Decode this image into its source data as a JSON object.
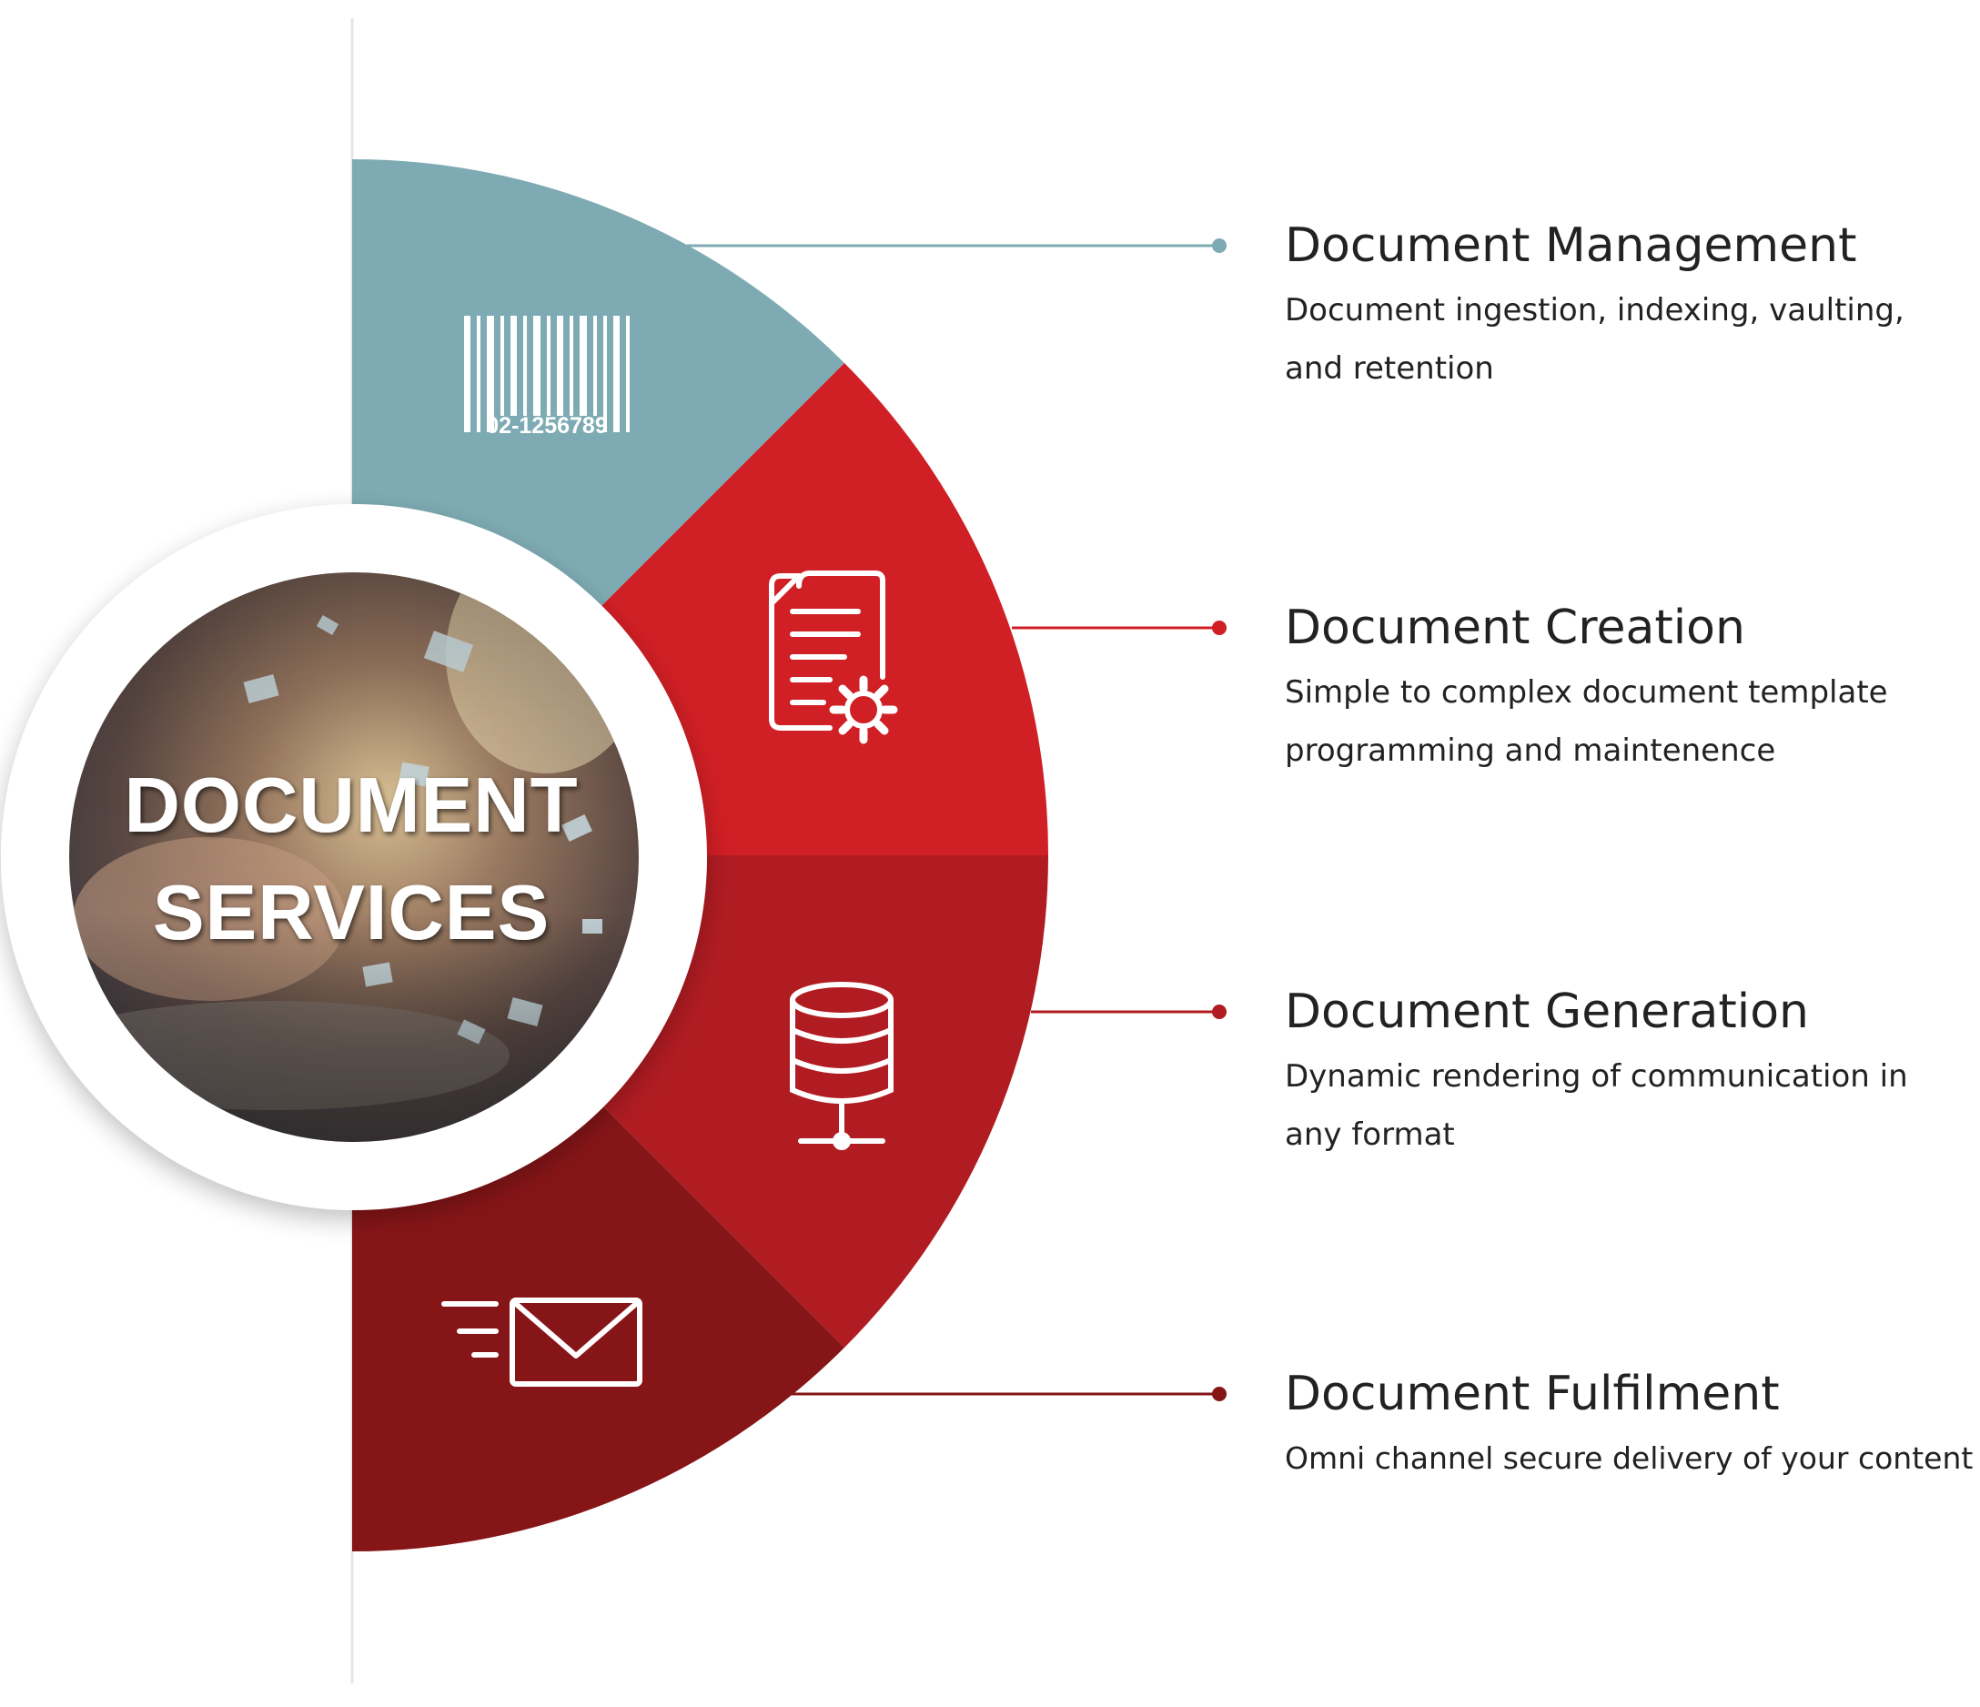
{
  "center": {
    "line1": "DOCUMENT",
    "line2": "SERVICES"
  },
  "barcode_text": "02-1256789",
  "colors": {
    "management": "#7eabb3",
    "creation": "#d01f25",
    "generation": "#b01c22",
    "fulfilment": "#861517",
    "background": "#ffffff"
  },
  "items": [
    {
      "title": "Document Management",
      "desc": "Document ingestion, indexing, vaulting, and retention",
      "icon": "barcode-icon"
    },
    {
      "title": "Document Creation",
      "desc": "Simple to complex document template programming and maintenence",
      "icon": "document-gear-icon"
    },
    {
      "title": "Document Generation",
      "desc": "Dynamic rendering of communication in any format",
      "icon": "database-icon"
    },
    {
      "title": "Document Fulfilment",
      "desc": "Omni channel secure delivery of your content",
      "icon": "envelope-fast-icon"
    }
  ]
}
